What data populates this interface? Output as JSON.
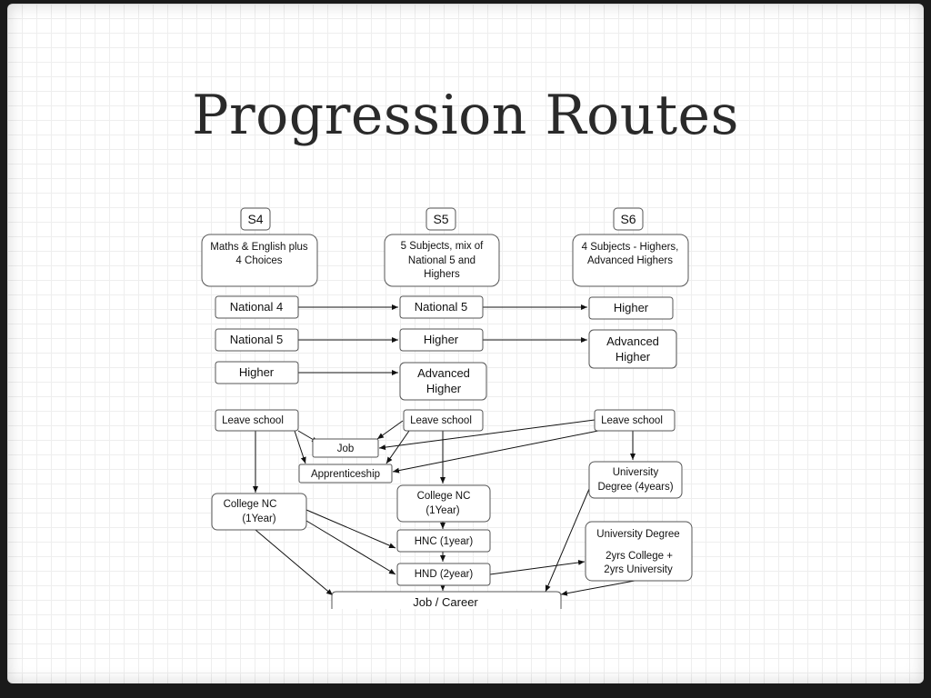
{
  "title": "Progression Routes",
  "stages": {
    "s4": "S4",
    "s5": "S5",
    "s6": "S6"
  },
  "requirements": {
    "s4": [
      "Maths & English plus",
      "4 Choices"
    ],
    "s5": [
      "5 Subjects, mix of",
      "National 5 and",
      "Highers"
    ],
    "s6": [
      "4 Subjects - Highers,",
      "Advanced Highers"
    ]
  },
  "qualifications": {
    "s4_nat4": "National 4",
    "s4_nat5": "National 5",
    "s4_higher": "Higher",
    "s5_nat5": "National 5",
    "s5_higher": "Higher",
    "s5_adv_higher": [
      "Advanced",
      "Higher"
    ],
    "s6_higher": "Higher",
    "s6_adv_higher": [
      "Advanced",
      "Higher"
    ]
  },
  "exits": {
    "leave_s4": "Leave school",
    "leave_s5": "Leave school",
    "leave_s6": "Leave school",
    "job": "Job",
    "apprenticeship": "Apprenticeship",
    "college_nc_s4": [
      "College NC",
      "(1Year)"
    ],
    "college_nc_s5": [
      "College NC",
      "(1Year)"
    ],
    "hnc": "HNC (1year)",
    "hnd": "HND (2year)",
    "university": [
      "University",
      "Degree (4years)"
    ],
    "uni_degree_title": "University Degree",
    "uni_degree_detail": [
      "2yrs College +",
      "2yrs University"
    ],
    "job_career": "Job / Career"
  }
}
